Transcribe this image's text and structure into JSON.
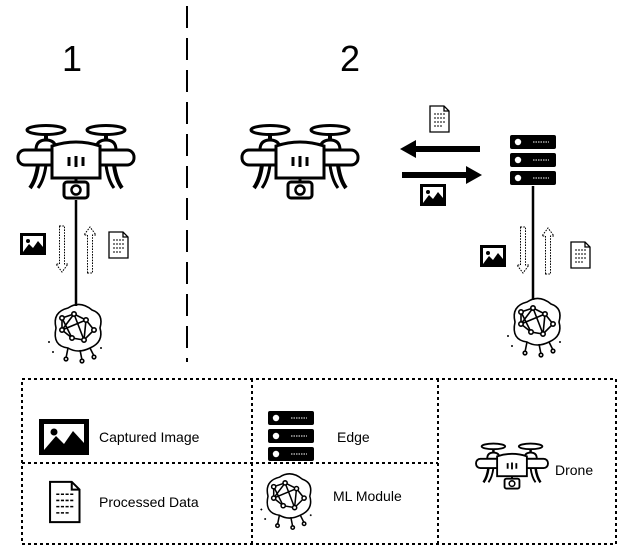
{
  "scenario_1": {
    "number": "1"
  },
  "scenario_2": {
    "number": "2"
  },
  "legend": {
    "captured_image": "Captured Image",
    "processed_data": "Processed Data",
    "edge": "Edge",
    "ml_module": "ML Module",
    "drone": "Drone"
  },
  "colors": {
    "ink": "#000000",
    "background": "#ffffff"
  },
  "icons": [
    "drone-icon",
    "image-icon",
    "document-icon",
    "server-icon",
    "brain-network-icon",
    "arrow-icon"
  ]
}
